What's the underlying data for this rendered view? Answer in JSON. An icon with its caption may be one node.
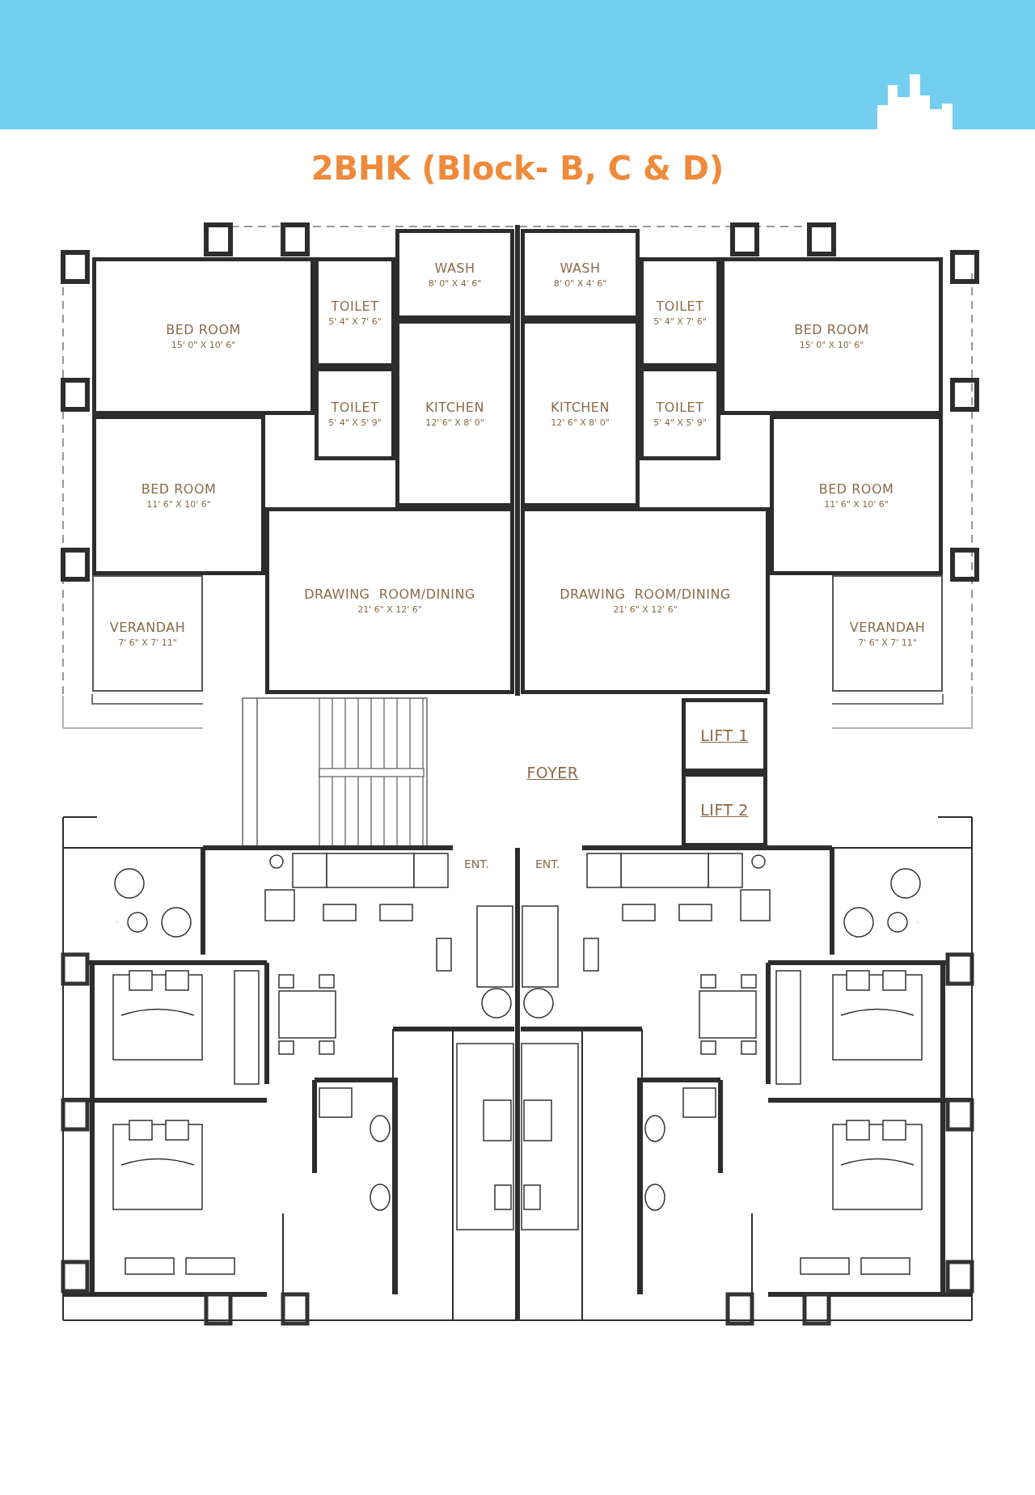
{
  "diagram": {
    "title": "2BHK (Block- B, C & D)",
    "nodes": [
      {
        "text": [
          "BED ROOM",
          "15' 0\" X 10' 6\""
        ]
      },
      {
        "text": [
          "TOILET",
          "5' 4\" X 7' 6\""
        ]
      },
      {
        "text": [
          "WASH",
          "8' 0\" X 4' 6\""
        ]
      },
      {
        "text": [
          "WASH",
          "8' 0\" X 4' 6\""
        ]
      },
      {
        "text": [
          "TOILET",
          "5' 4\" X 7' 6\""
        ]
      },
      {
        "text": [
          "BED ROOM",
          "15' 0\" X 10' 6\""
        ]
      },
      {
        "text": [
          "TOILET",
          "5' 4\" X 5' 9\""
        ]
      },
      {
        "text": [
          "KITCHEN",
          "12' 6\" X 8' 0\""
        ]
      },
      {
        "text": [
          "KITCHEN",
          "12' 6\" X 8' 0\""
        ]
      },
      {
        "text": [
          "TOILET",
          "5' 4\" X 5' 9\""
        ]
      },
      {
        "text": [
          "BED ROOM",
          "11' 6\" X 10' 6\""
        ]
      },
      {
        "text": [
          "BED ROOM",
          "11' 6\" X 10' 6\""
        ]
      },
      {
        "text": [
          "DRAWING  ROOM/DINING",
          "21' 6\" X 12' 6\""
        ]
      },
      {
        "text": [
          "DRAWING  ROOM/DINING",
          "21' 6\" X 12' 6\""
        ]
      },
      {
        "text": [
          "VERANDAH",
          "7' 6\" X 7' 11\""
        ]
      },
      {
        "text": [
          "VERANDAH",
          "7' 6\" X 7' 11\""
        ]
      },
      {
        "text": [
          "LIFT 1"
        ]
      },
      {
        "text": [
          "FOYER"
        ]
      },
      {
        "text": [
          "LIFT 2"
        ]
      }
    ],
    "labels": [
      "ENT.",
      "ENT."
    ]
  }
}
